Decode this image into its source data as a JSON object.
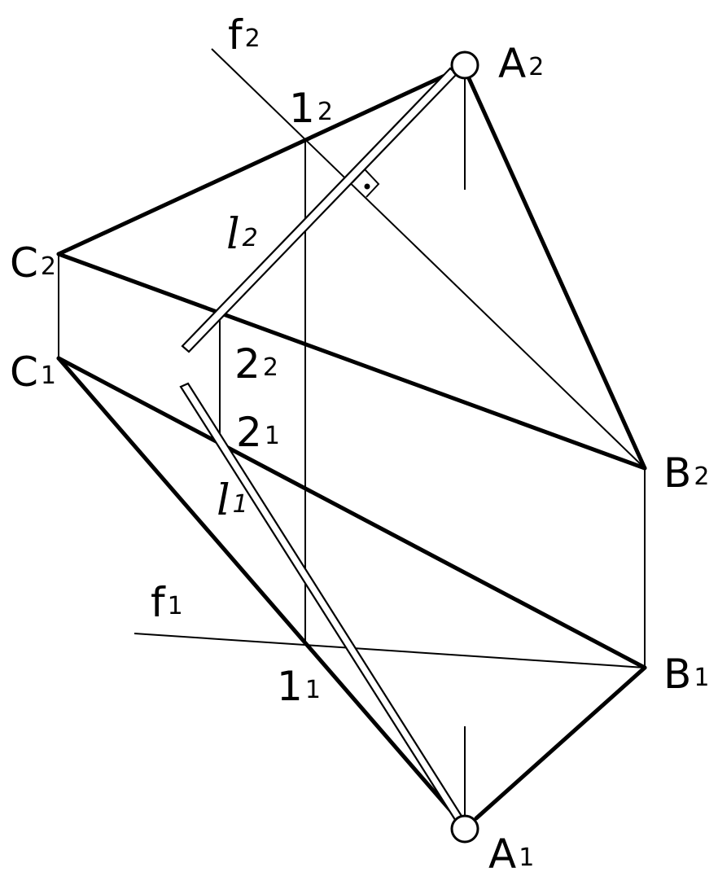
{
  "labels": {
    "A2": {
      "main": "A",
      "sub": "2"
    },
    "B2": {
      "main": "B",
      "sub": "2"
    },
    "C2": {
      "main": "C",
      "sub": "2"
    },
    "A1": {
      "main": "A",
      "sub": "1"
    },
    "B1": {
      "main": "B",
      "sub": "1"
    },
    "C1": {
      "main": "C",
      "sub": "1"
    },
    "f2": {
      "main": "f",
      "sub": "2"
    },
    "f1": {
      "main": "f",
      "sub": "1"
    },
    "p12": {
      "main": "1",
      "sub": "2"
    },
    "p11": {
      "main": "1",
      "sub": "1"
    },
    "p22": {
      "main": "2",
      "sub": "2"
    },
    "p21": {
      "main": "2",
      "sub": "1"
    },
    "l2": {
      "main": "l",
      "sub": "2"
    },
    "l1": {
      "main": "l",
      "sub": "1"
    }
  }
}
